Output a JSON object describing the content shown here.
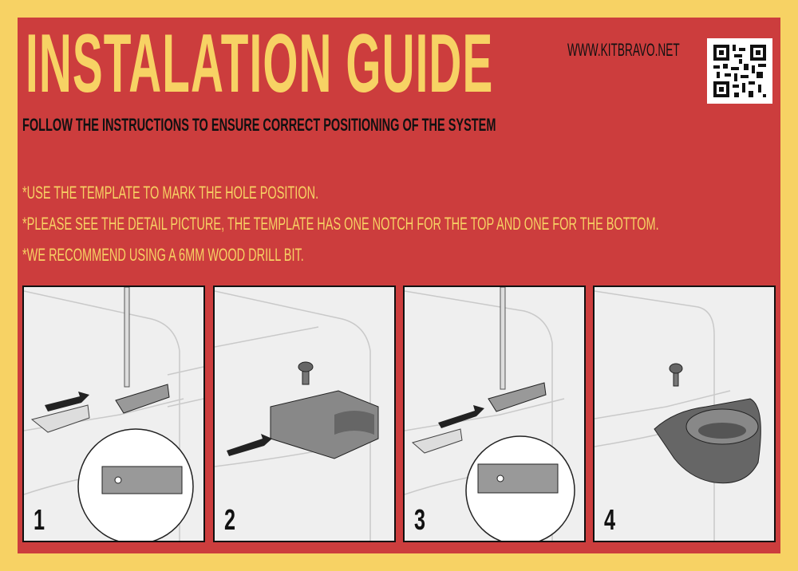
{
  "header": {
    "title": "INSTALATION GUIDE",
    "website": "WWW.KITBRAVO.NET",
    "subtitle": "FOLLOW THE INSTRUCTIONS TO ENSURE CORRECT POSITIONING OF THE SYSTEM"
  },
  "notes": [
    "*USE THE TEMPLATE TO MARK THE HOLE POSITION.",
    "*PLEASE SEE THE DETAIL PICTURE, THE TEMPLATE HAS ONE NOTCH FOR THE TOP AND ONE FOR THE BOTTOM.",
    "*WE RECOMMEND USING A 6MM WOOD DRILL BIT."
  ],
  "steps": [
    {
      "number": "1"
    },
    {
      "number": "2"
    },
    {
      "number": "3"
    },
    {
      "number": "4"
    }
  ],
  "colors": {
    "background": "#f7d264",
    "card": "#cc3d3d",
    "accent_text": "#f7d264"
  }
}
